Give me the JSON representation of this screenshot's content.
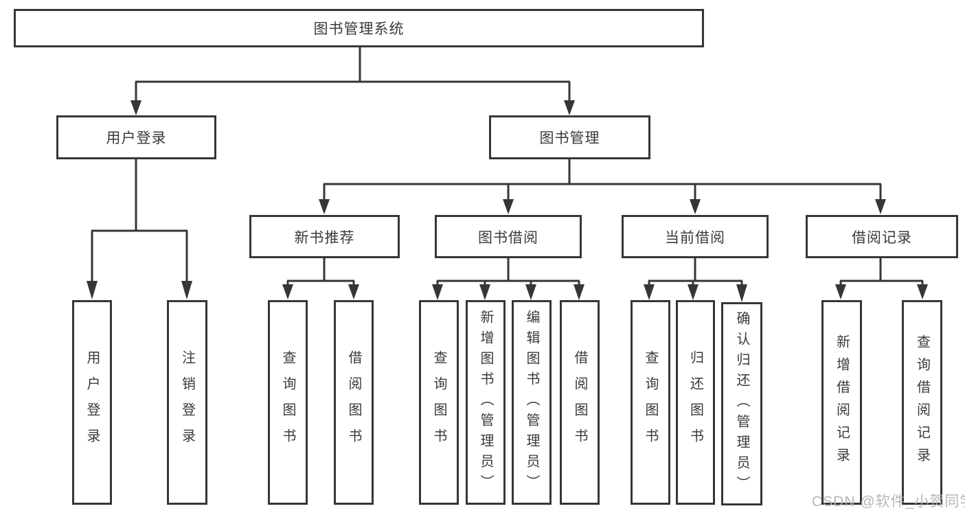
{
  "diagram": {
    "type": "hierarchy-tree",
    "colors": {
      "line": "#363636",
      "box_border": "#363636",
      "text": "#3a3a3a",
      "background": "#ffffff",
      "watermark": "#b0b0b0"
    },
    "tree": {
      "label": "图书管理系统",
      "children": [
        {
          "label": "用户登录",
          "children": [
            {
              "label": "用户登录"
            },
            {
              "label": "注销登录"
            }
          ]
        },
        {
          "label": "图书管理",
          "children": [
            {
              "label": "新书推荐",
              "children": [
                {
                  "label": "查询图书"
                },
                {
                  "label": "借阅图书"
                }
              ]
            },
            {
              "label": "图书借阅",
              "children": [
                {
                  "label": "查询图书"
                },
                {
                  "label": "新增图书（管理员）"
                },
                {
                  "label": "编辑图书（管理员）"
                },
                {
                  "label": "借阅图书"
                }
              ]
            },
            {
              "label": "当前借阅",
              "children": [
                {
                  "label": "查询图书"
                },
                {
                  "label": "归还图书"
                },
                {
                  "label": "确认归还（管理员）"
                }
              ]
            },
            {
              "label": "借阅记录",
              "children": [
                {
                  "label": "新增借阅记录"
                },
                {
                  "label": "查询借阅记录"
                }
              ]
            }
          ]
        }
      ]
    },
    "watermark": {
      "text": "CSDN @软件_小贺同学"
    }
  }
}
